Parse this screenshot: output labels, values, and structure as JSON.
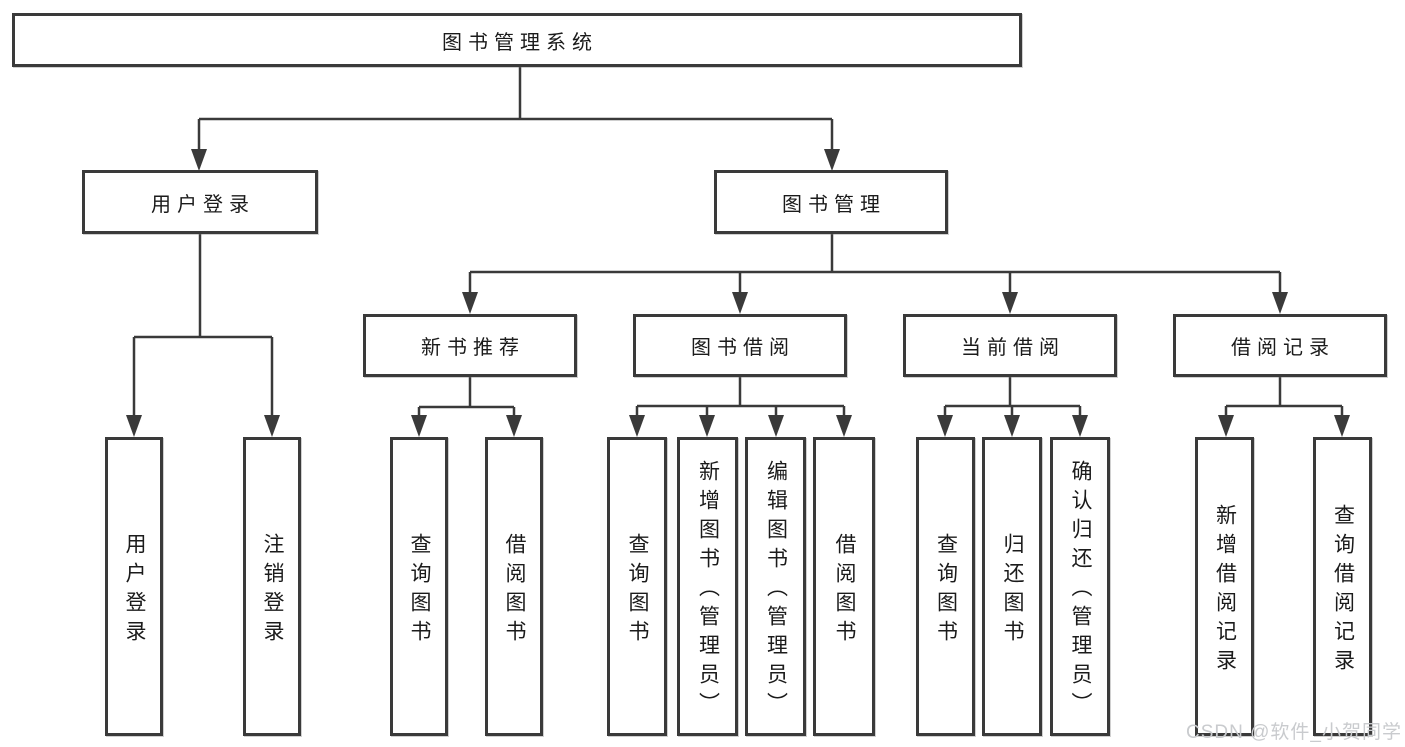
{
  "diagram_title": "图书管理系统",
  "watermark": "CSDN @软件_小贺同学",
  "colors": {
    "background": "#ffffff",
    "line": "#3a3a3a",
    "box_border": "#3a3a3a",
    "box_fill": "#ffffff",
    "text": "#1b1b1b",
    "watermark_text": "#c9cbce"
  },
  "tree": {
    "root": {
      "label": "图书管理系统",
      "children": [
        {
          "label": "用户登录",
          "children": [
            {
              "label": "用户登录"
            },
            {
              "label": "注销登录"
            }
          ]
        },
        {
          "label": "图书管理",
          "children": [
            {
              "label": "新书推荐",
              "children": [
                {
                  "label": "查询图书"
                },
                {
                  "label": "借阅图书"
                }
              ]
            },
            {
              "label": "图书借阅",
              "children": [
                {
                  "label": "查询图书"
                },
                {
                  "label": "新增图书（管理员）"
                },
                {
                  "label": "编辑图书（管理员）"
                },
                {
                  "label": "借阅图书"
                }
              ]
            },
            {
              "label": "当前借阅",
              "children": [
                {
                  "label": "查询图书"
                },
                {
                  "label": "归还图书"
                },
                {
                  "label": "确认归还（管理员）"
                }
              ]
            },
            {
              "label": "借阅记录",
              "children": [
                {
                  "label": "新增借阅记录"
                },
                {
                  "label": "查询借阅记录"
                }
              ]
            }
          ]
        }
      ]
    }
  }
}
